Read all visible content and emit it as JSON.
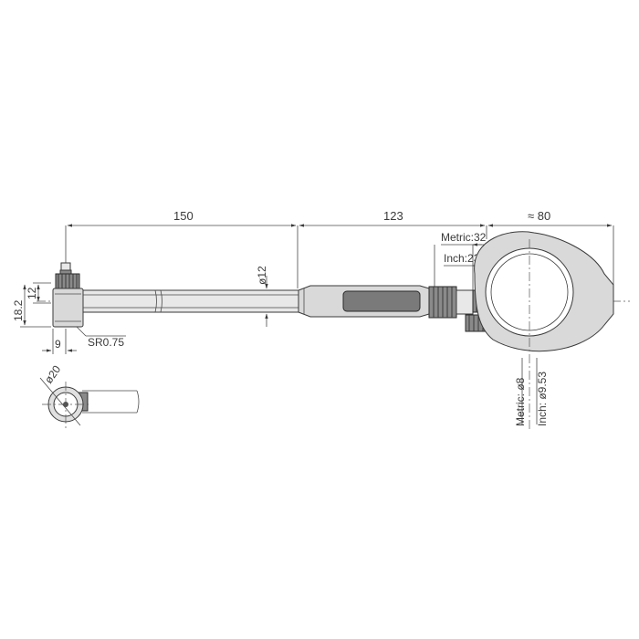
{
  "dimensions": {
    "overall_left": "150",
    "middle": "123",
    "right": "≈ 80",
    "rod_dia": "ø12",
    "metric_len": "Metric:32",
    "inch_len": "Inch:23",
    "dim_12": "12",
    "dim_18_2": "18.2",
    "dim_9": "9",
    "sr": "SR0.75",
    "head_dia": "ø20",
    "metric_stem": "Metric: ø8",
    "inch_stem": "Inch: ø9.53"
  }
}
